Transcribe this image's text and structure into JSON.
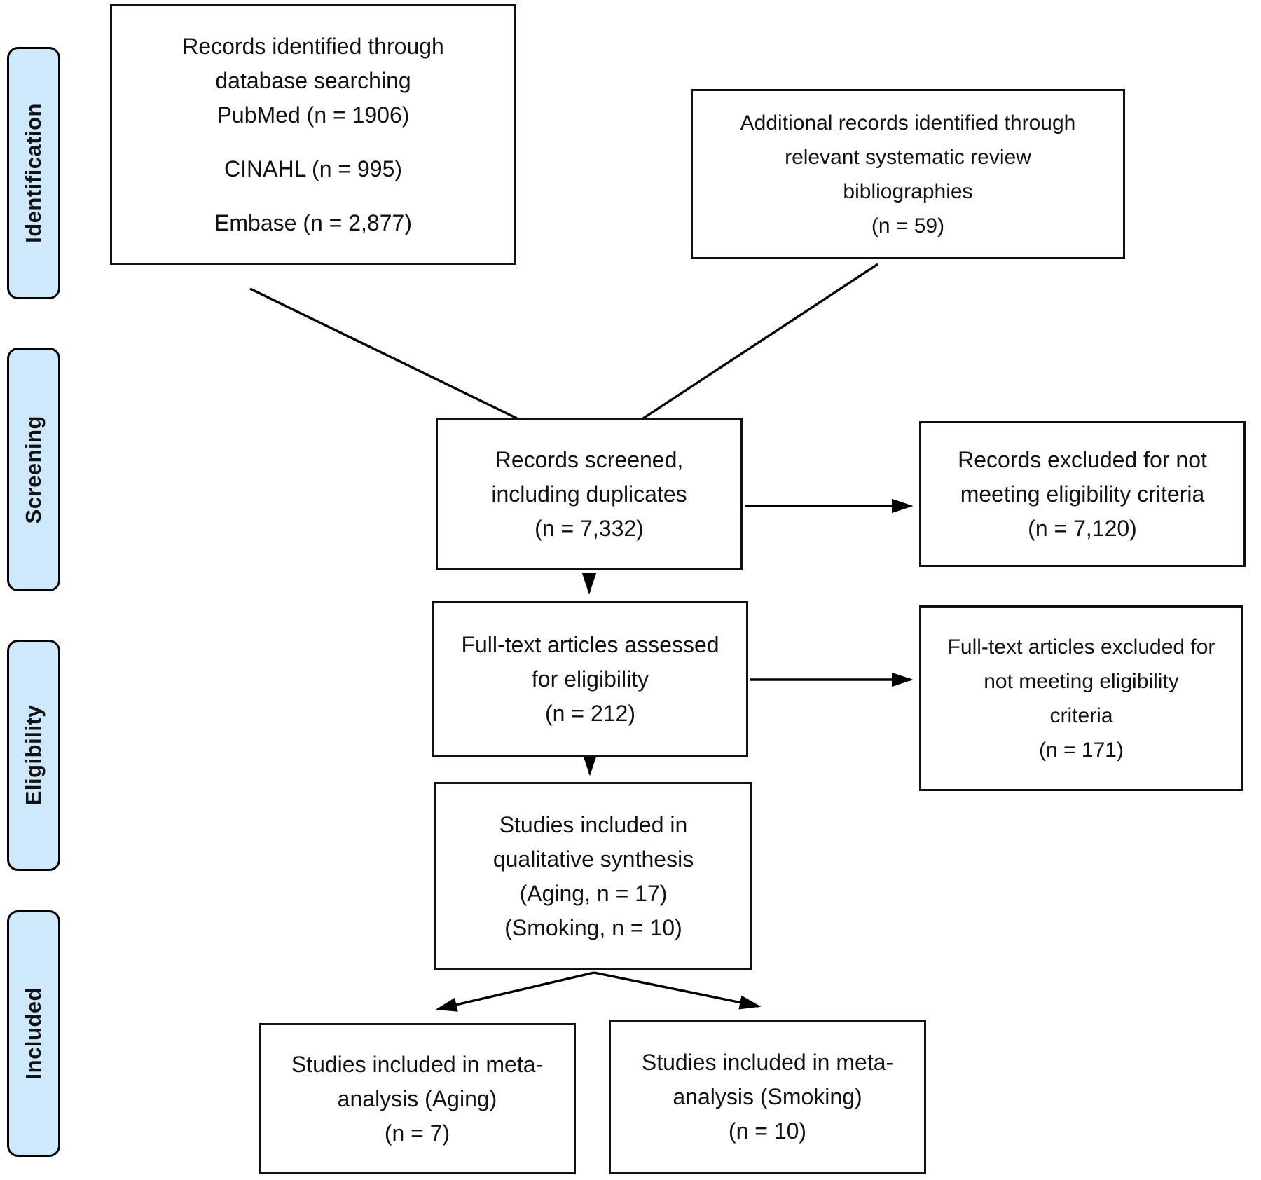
{
  "stages": [
    {
      "label": "Identification"
    },
    {
      "label": "Screening"
    },
    {
      "label": "Eligibility"
    },
    {
      "label": "Included"
    }
  ],
  "boxes": {
    "identified": {
      "lines": [
        "Records identified through",
        "database searching",
        "PubMed (n = 1906)",
        "",
        "CINAHL (n = 995)",
        "",
        "Embase (n = 2,877)"
      ]
    },
    "additional": {
      "lines": [
        "Additional records identified through",
        "relevant systematic review",
        "bibliographies",
        "(n = 59)"
      ]
    },
    "screened": {
      "lines": [
        "Records screened,",
        "including duplicates",
        "(n = 7,332)"
      ]
    },
    "records_excluded": {
      "lines": [
        "Records excluded for not",
        "meeting eligibility criteria",
        "(n = 7,120)"
      ]
    },
    "fulltext_assessed": {
      "lines": [
        "Full-text articles assessed",
        "for eligibility",
        "(n = 212)"
      ]
    },
    "fulltext_excluded": {
      "lines": [
        "Full-text articles excluded for",
        "not meeting eligibility",
        "criteria",
        "(n = 171)"
      ]
    },
    "qualitative": {
      "lines": [
        "Studies included in",
        "qualitative synthesis",
        "(Aging, n = 17)",
        "(Smoking, n = 10)"
      ]
    },
    "meta_aging": {
      "lines": [
        "Studies included in meta-",
        "analysis (Aging)",
        "(n = 7)"
      ]
    },
    "meta_smoking": {
      "lines": [
        "Studies included in meta-",
        "analysis (Smoking)",
        "(n = 10)"
      ]
    }
  },
  "colors": {
    "stage_fill": "#cfe9fc",
    "stage_border": "#000000",
    "node_border": "#111111",
    "connector": "#000000",
    "background": "#ffffff",
    "text": "#111111"
  }
}
